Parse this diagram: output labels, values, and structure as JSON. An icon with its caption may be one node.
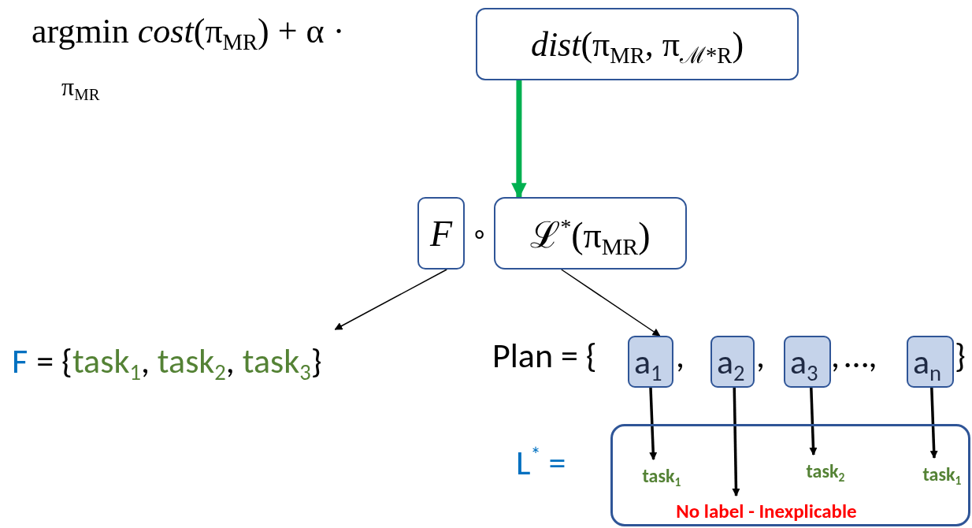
{
  "diagram": {
    "nodes": [
      {
        "text": [
          "*dist*(π$_{MR}$, π$_{ℳ*R}$)"
        ]
      },
      {
        "text": [
          "*F*"
        ]
      },
      {
        "text": [
          "ℒ$^{*}$(π$_{MR}$)"
        ]
      },
      {
        "text": [
          "F",
          "= {task$_{1}$, task$_{2}$, task$_{3}$}"
        ]
      },
      {
        "text": [
          "a$_{1}$"
        ]
      },
      {
        "text": [
          "a$_{2}$"
        ]
      },
      {
        "text": [
          "a$_{3}$"
        ]
      },
      {
        "text": [
          "a$_{n}$"
        ]
      },
      {
        "text": [],
        "shape": "box",
        "beside": [
          "L$^{*}$ ="
        ]
      },
      {
        "text": [
          "task$_{1}$"
        ],
        "in": 8
      },
      {
        "text": [
          "task$_{2}$"
        ],
        "in": 8
      },
      {
        "text": [
          "task$_{1}$"
        ],
        "in": 8
      },
      {
        "text": [
          "No label - Inexplicable"
        ],
        "in": 8
      }
    ],
    "edges": [
      {
        "from": 0,
        "to": 2,
        "arrow": "to",
        "style": "thick",
        "color": "#00b050"
      },
      {
        "from": 1,
        "to": 3,
        "arrow": "to"
      },
      {
        "from": 2,
        "to": 4,
        "arrow": "to"
      },
      {
        "from": 4,
        "to": 9,
        "arrow": "to"
      },
      {
        "from": 5,
        "to": 12,
        "arrow": "to"
      },
      {
        "from": 6,
        "to": 10,
        "arrow": "to"
      },
      {
        "from": 7,
        "to": 11,
        "arrow": "to"
      }
    ],
    "labels": [
      "argmin *cost*(π$_{MR}$) + α ·",
      "π$_{MR}$",
      "∘",
      "Plan = {",
      ",",
      ",",
      ",",
      "…,",
      "}"
    ]
  }
}
